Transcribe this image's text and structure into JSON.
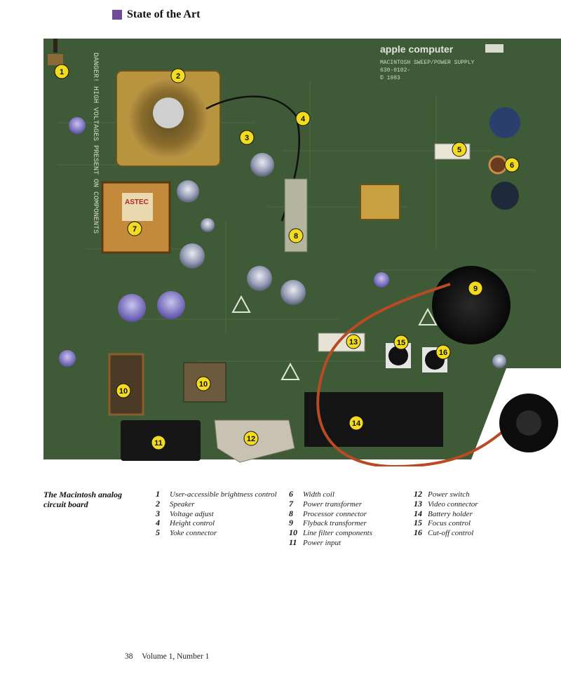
{
  "header": {
    "section_title": "State of the Art",
    "accent_color": "#6e4c96"
  },
  "photo": {
    "board_color": "#3f5a37",
    "board_print": {
      "brand": "apple computer",
      "model_line": "MACINTOSH  SWEEP/POWER SUPPLY",
      "part_no": "630-0102-",
      "year": "© 1983",
      "danger_text": "DANGER! HIGH VOLTAGES PRESENT ON COMPONENTS",
      "transformer_label": "ASTEC"
    },
    "markers": [
      "1",
      "2",
      "3",
      "4",
      "5",
      "6",
      "7",
      "8",
      "9",
      "10",
      "10",
      "11",
      "12",
      "13",
      "14",
      "15",
      "16"
    ]
  },
  "caption": {
    "title": "The Macintosh analog circuit board"
  },
  "legend": {
    "col1": [
      {
        "num": "1",
        "label": "User-accessible brightness control"
      },
      {
        "num": "2",
        "label": "Speaker"
      },
      {
        "num": "3",
        "label": "Voltage adjust"
      },
      {
        "num": "4",
        "label": "Height control"
      },
      {
        "num": "5",
        "label": "Yoke connector"
      }
    ],
    "col2": [
      {
        "num": "6",
        "label": "Width coil"
      },
      {
        "num": "7",
        "label": "Power transformer"
      },
      {
        "num": "8",
        "label": "Processor connector"
      },
      {
        "num": "9",
        "label": "Flyback transformer"
      },
      {
        "num": "10",
        "label": "Line filter components"
      },
      {
        "num": "11",
        "label": "Power input"
      }
    ],
    "col3": [
      {
        "num": "12",
        "label": "Power switch"
      },
      {
        "num": "13",
        "label": "Video connector"
      },
      {
        "num": "14",
        "label": "Battery holder"
      },
      {
        "num": "15",
        "label": "Focus control"
      },
      {
        "num": "16",
        "label": "Cut-off control"
      }
    ]
  },
  "footer": {
    "page_number": "38",
    "issue": "Volume 1, Number 1"
  }
}
